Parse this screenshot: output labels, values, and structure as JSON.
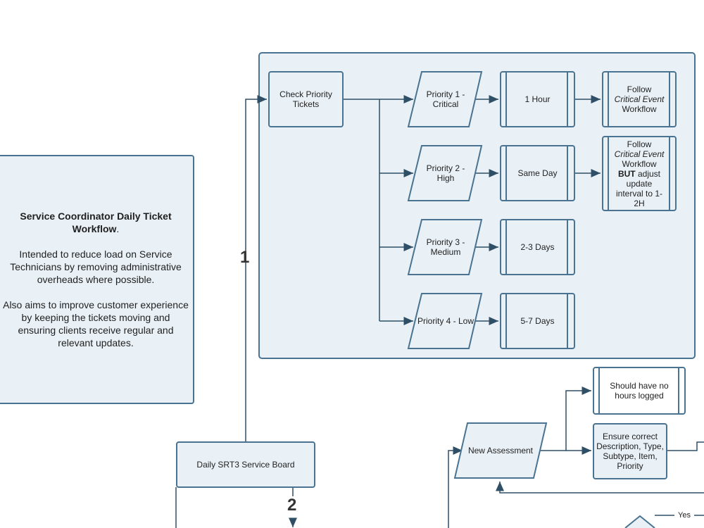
{
  "note": {
    "title": "Service Coordinator Daily Ticket Workflow",
    "title_suffix": ".",
    "para1": "Intended to reduce load on Service Technicians by removing administrative overheads where possible.",
    "para2": "Also aims to improve customer experience by keeping the tickets moving and ensuring clients receive regular and relevant updates."
  },
  "steps": {
    "one": "1",
    "two": "2"
  },
  "nodes": {
    "check_priority": "Check Priority Tickets",
    "p1": "Priority 1 - Critical",
    "p2": "Priority 2 - High",
    "p3": "Priority 3 - Medium",
    "p4": "Priority 4 - Low",
    "t1": "1 Hour",
    "t2": "Same Day",
    "t3": "2-3 Days",
    "t4": "5-7 Days",
    "follow1": {
      "a": "Follow",
      "b": "Critical Event",
      "c": "Workflow"
    },
    "follow2": {
      "a": "Follow",
      "b": "Critical Event",
      "c": "Workflow",
      "d": "BUT",
      "e": "adjust update interval to 1-2H"
    },
    "daily_board": "Daily SRT3 Service Board",
    "new_assessment": "New Assessment",
    "no_hours": "Should have no hours logged",
    "ensure_correct": "Ensure correct Description, Type, Subtype, Item, Priority",
    "yes": "Yes"
  },
  "colors": {
    "stroke": "#4a7391",
    "fill": "#e9f1f7",
    "arrow": "#2f4f66"
  }
}
